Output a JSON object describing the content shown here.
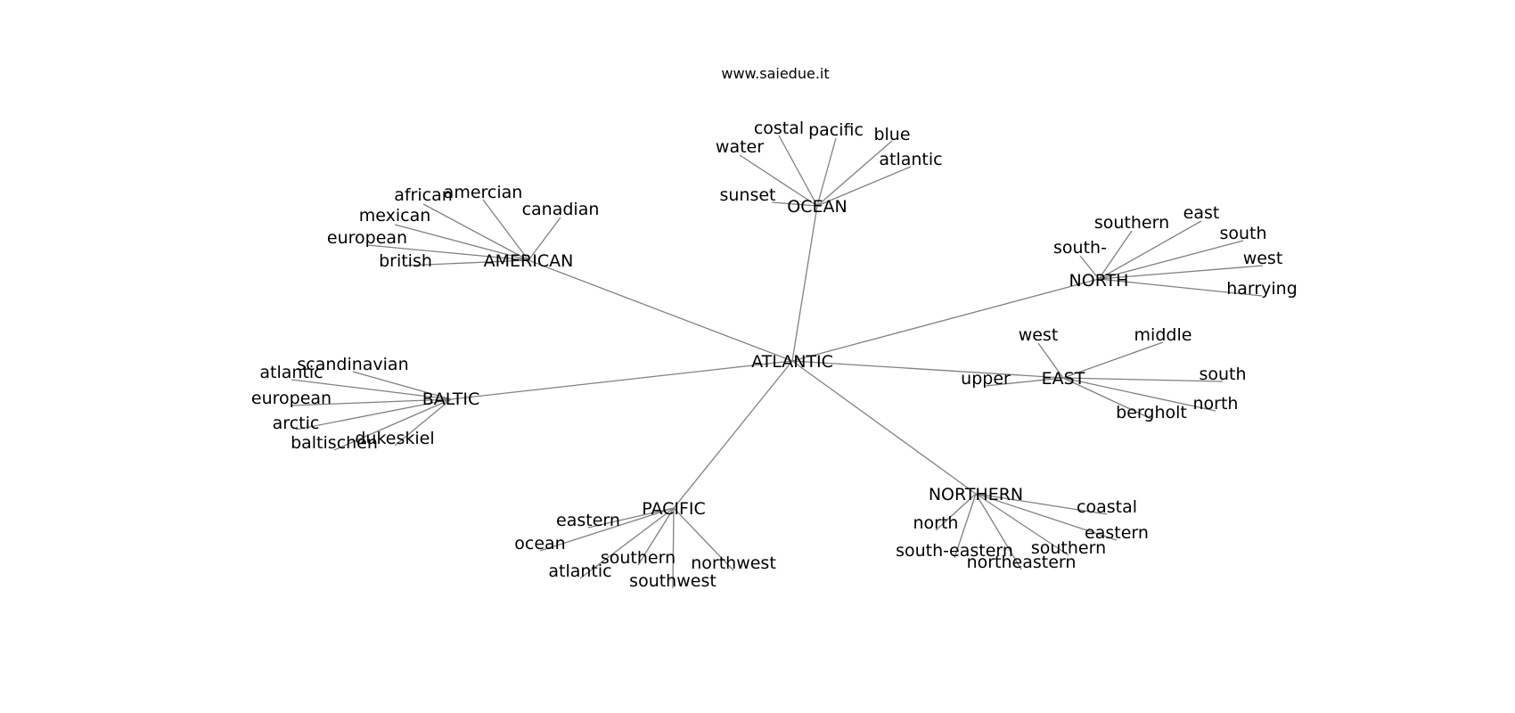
{
  "site": "www.saiedue.it",
  "colors": {
    "edge": "#808080",
    "text": "#000000",
    "background": "#ffffff"
  },
  "graph": {
    "root": "ATLANTIC",
    "clusters": [
      {
        "id": "ocean",
        "label": "OCEAN",
        "leaves": [
          "costal",
          "pacific",
          "blue",
          "water",
          "atlantic",
          "sunset"
        ]
      },
      {
        "id": "american",
        "label": "AMERICAN",
        "leaves": [
          "amercian",
          "african",
          "canadian",
          "mexican",
          "european",
          "british"
        ]
      },
      {
        "id": "north",
        "label": "NORTH",
        "leaves": [
          "east",
          "southern",
          "south",
          "south-",
          "west",
          "harrying"
        ]
      },
      {
        "id": "east",
        "label": "EAST",
        "leaves": [
          "west",
          "middle",
          "upper",
          "south",
          "north",
          "bergholt"
        ]
      },
      {
        "id": "baltic",
        "label": "BALTIC",
        "leaves": [
          "scandinavian",
          "atlantic",
          "european",
          "arctic",
          "dukeskiel",
          "baltischen"
        ]
      },
      {
        "id": "pacific",
        "label": "PACIFIC",
        "leaves": [
          "eastern",
          "ocean",
          "southern",
          "northwest",
          "atlantic",
          "southwest"
        ]
      },
      {
        "id": "northern",
        "label": "NORTHERN",
        "leaves": [
          "coastal",
          "north",
          "eastern",
          "south-eastern",
          "southern",
          "northeastern"
        ]
      }
    ]
  }
}
